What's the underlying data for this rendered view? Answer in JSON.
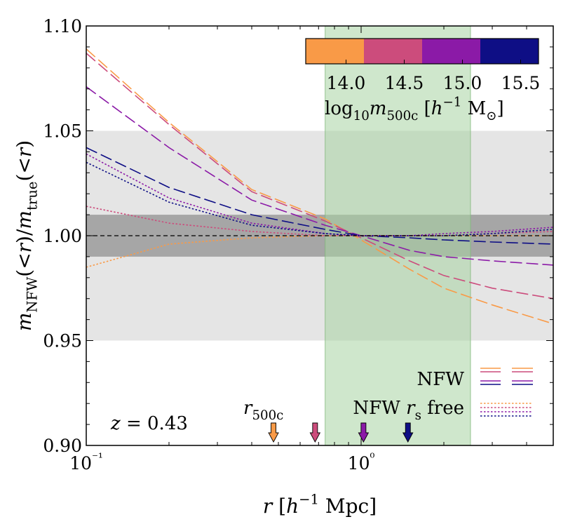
{
  "chart_data": {
    "type": "line",
    "xlabel": "r [h⁻¹ Mpc]",
    "ylabel": "m_NFW(<r)/m_true(<r)",
    "xscale": "log",
    "xlim": [
      0.1,
      5.0
    ],
    "ylim": [
      0.9,
      1.1
    ],
    "x_ticks": [
      "10⁻¹",
      "10⁰"
    ],
    "y_ticks": [
      "0.90",
      "0.95",
      "1.00",
      "1.05",
      "1.10"
    ],
    "grid": false,
    "reference_line": {
      "y": 1.0,
      "style": "dashed",
      "color": "#000000"
    },
    "bands": [
      {
        "y_range": [
          0.95,
          1.05
        ],
        "color": "#e5e5e5"
      },
      {
        "y_range": [
          0.99,
          1.01
        ],
        "color": "#a6a6a6"
      },
      {
        "x_range": [
          0.74,
          2.5
        ],
        "color": "#a7d3a3"
      }
    ],
    "annotation_redshift": "z = 0.43",
    "annotation_r500c": "r500c",
    "r500c_arrows": [
      {
        "x": 0.48,
        "color": "#f99a47"
      },
      {
        "x": 0.68,
        "color": "#cc4c7c"
      },
      {
        "x": 1.02,
        "color": "#8b1aa7"
      },
      {
        "x": 1.48,
        "color": "#0e0e85"
      }
    ],
    "colorbar": {
      "label": "log10 m500c [h⁻¹ M⊙]",
      "ticks": [
        "14.0",
        "14.5",
        "15.0",
        "15.5"
      ],
      "colors": [
        "#f99a47",
        "#cc4c7c",
        "#8b1aa7",
        "#0e0e85"
      ]
    },
    "legend": {
      "position": "lower-right",
      "entries": [
        {
          "label": "NFW",
          "style": "long-dashed"
        },
        {
          "label": "NFW r_s free",
          "style": "dotted"
        }
      ]
    },
    "x": [
      0.1,
      0.2,
      0.4,
      0.74,
      1.0,
      1.5,
      2.0,
      3.0,
      5.0
    ],
    "series": [
      {
        "group": "NFW",
        "color": "#f99a47",
        "values": [
          1.089,
          1.054,
          1.022,
          1.008,
          0.998,
          0.984,
          0.975,
          0.967,
          0.958
        ]
      },
      {
        "group": "NFW",
        "color": "#cc4c7c",
        "values": [
          1.087,
          1.053,
          1.021,
          1.007,
          0.999,
          0.988,
          0.981,
          0.975,
          0.97
        ]
      },
      {
        "group": "NFW",
        "color": "#8b1aa7",
        "values": [
          1.071,
          1.042,
          1.017,
          1.005,
          1.0,
          0.993,
          0.99,
          0.988,
          0.986
        ]
      },
      {
        "group": "NFW",
        "color": "#0e0e85",
        "values": [
          1.042,
          1.023,
          1.01,
          1.003,
          1.0,
          0.999,
          0.998,
          0.997,
          0.996
        ]
      },
      {
        "group": "NFW r_s free",
        "color": "#f99a47",
        "values": [
          0.985,
          0.996,
          0.999,
          1.0,
          1.0,
          1.0,
          1.0,
          1.0,
          1.0
        ]
      },
      {
        "group": "NFW r_s free",
        "color": "#cc4c7c",
        "values": [
          1.014,
          1.006,
          1.002,
          1.0,
          1.0,
          1.0,
          1.0,
          1.001,
          1.002
        ]
      },
      {
        "group": "NFW r_s free",
        "color": "#8b1aa7",
        "values": [
          1.039,
          1.018,
          1.006,
          1.001,
          1.0,
          1.0,
          1.001,
          1.002,
          1.004
        ]
      },
      {
        "group": "NFW r_s free",
        "color": "#0e0e85",
        "values": [
          1.035,
          1.016,
          1.005,
          1.001,
          1.0,
          1.0,
          1.0,
          1.001,
          1.003
        ]
      }
    ]
  }
}
